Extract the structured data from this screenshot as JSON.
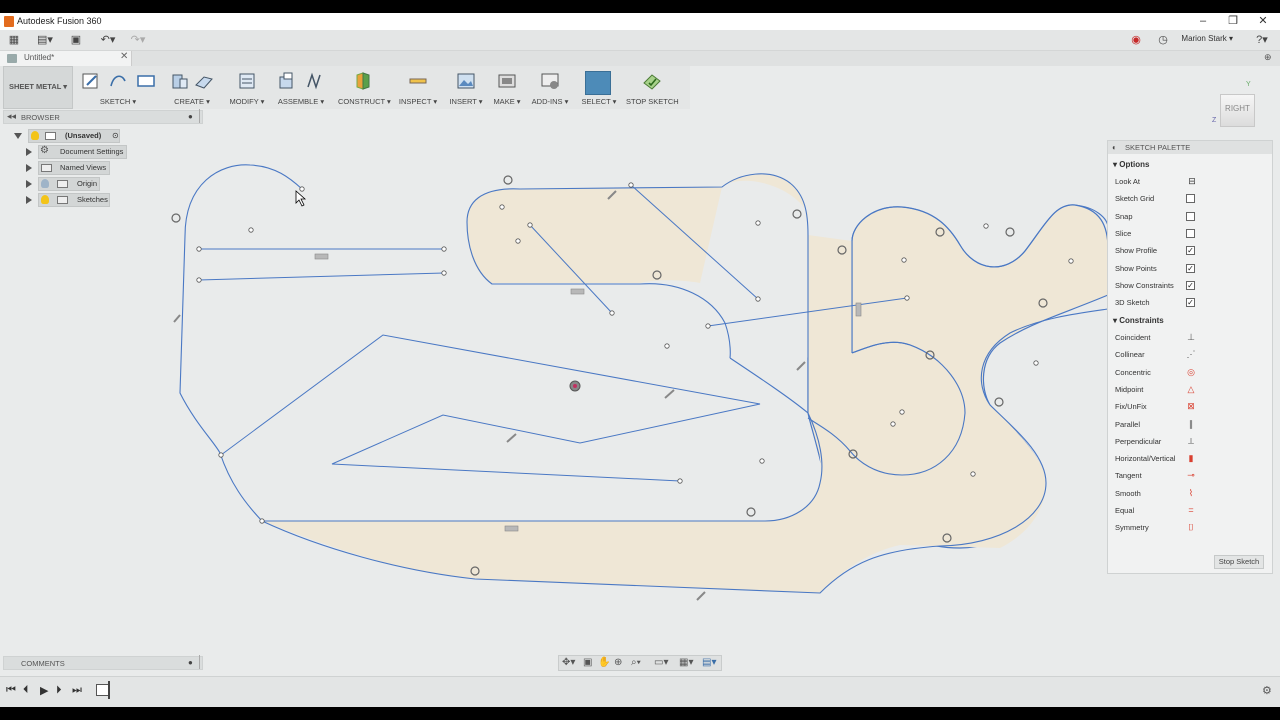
{
  "window": {
    "title": "Autodesk Fusion 360",
    "minimize": "–",
    "maximize": "❐",
    "close": "✕"
  },
  "qat": {
    "user_name": "Marion Stark ▾",
    "help": "?"
  },
  "doc_tab": {
    "label": "Untitled*",
    "close": "✕"
  },
  "ribbon": {
    "workspace": "SHEET METAL ▾",
    "groups": {
      "sketch": "SKETCH ▾",
      "create": "CREATE ▾",
      "modify": "MODIFY ▾",
      "assemble": "ASSEMBLE ▾",
      "construct": "CONSTRUCT ▾",
      "inspect": "INSPECT ▾",
      "insert": "INSERT ▾",
      "make": "MAKE ▾",
      "addins": "ADD-INS ▾",
      "select": "SELECT ▾",
      "stop_sketch": "STOP SKETCH"
    }
  },
  "browser": {
    "title": "BROWSER",
    "root": "(Unsaved)",
    "items": [
      {
        "label": "Document Settings"
      },
      {
        "label": "Named Views"
      },
      {
        "label": "Origin"
      },
      {
        "label": "Sketches"
      }
    ]
  },
  "viewcube": {
    "face": "RIGHT",
    "axis_y": "Y",
    "axis_z": "Z"
  },
  "palette": {
    "title": "SKETCH PALETTE",
    "options_title": "Options",
    "options": [
      {
        "label": "Look At",
        "control": "icon"
      },
      {
        "label": "Sketch Grid",
        "checked": false
      },
      {
        "label": "Snap",
        "checked": false
      },
      {
        "label": "Slice",
        "checked": false
      },
      {
        "label": "Show Profile",
        "checked": true
      },
      {
        "label": "Show Points",
        "checked": true
      },
      {
        "label": "Show Constraints",
        "checked": true
      },
      {
        "label": "3D Sketch",
        "checked": true
      }
    ],
    "constraints_title": "Constraints",
    "constraints": [
      {
        "label": "Coincident",
        "icon": "coincident-icon",
        "color": "#555555"
      },
      {
        "label": "Collinear",
        "icon": "collinear-icon",
        "color": "#555555"
      },
      {
        "label": "Concentric",
        "icon": "concentric-icon",
        "color": "#d94030"
      },
      {
        "label": "Midpoint",
        "icon": "midpoint-icon",
        "color": "#d94030"
      },
      {
        "label": "Fix/UnFix",
        "icon": "lock-icon",
        "color": "#d94030"
      },
      {
        "label": "Parallel",
        "icon": "parallel-icon",
        "color": "#555555"
      },
      {
        "label": "Perpendicular",
        "icon": "perpendicular-icon",
        "color": "#555555"
      },
      {
        "label": "Horizontal/Vertical",
        "icon": "horizontal-vertical-icon",
        "color": "#d94030"
      },
      {
        "label": "Tangent",
        "icon": "tangent-icon",
        "color": "#d94030"
      },
      {
        "label": "Smooth",
        "icon": "smooth-icon",
        "color": "#d94030"
      },
      {
        "label": "Equal",
        "icon": "equal-icon",
        "color": "#d94030"
      },
      {
        "label": "Symmetry",
        "icon": "symmetry-icon",
        "color": "#d94030"
      }
    ],
    "stop_button": "Stop Sketch"
  },
  "comments": {
    "title": "COMMENTS"
  },
  "colors": {
    "sketch_line": "#4a78c4",
    "profile_fill": "#efe7d6",
    "accent": "#4d8bb8",
    "canvas": "#e9ebeb"
  }
}
